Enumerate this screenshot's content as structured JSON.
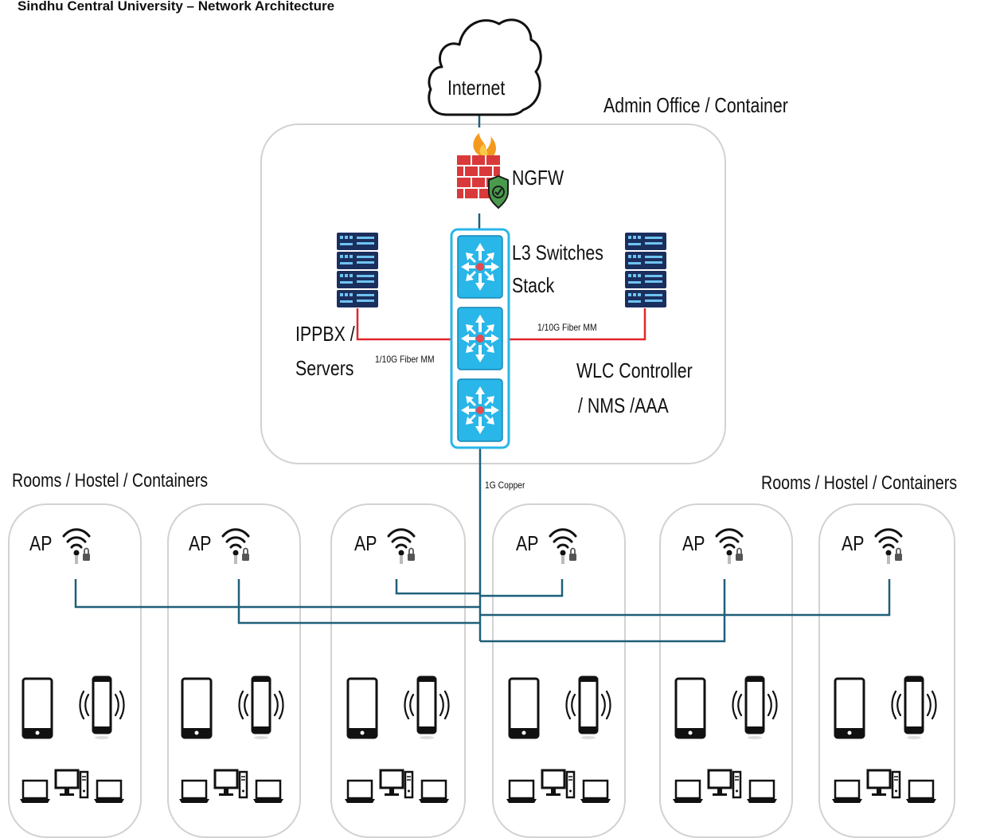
{
  "diagram": {
    "title": "Sindhu Central University – Network Architecture",
    "internet_label": "Internet",
    "admin_zone_label": "Admin Office / Container",
    "firewall_label": "NGFW",
    "switch_label_line1": "L3 Switches",
    "switch_label_line2": "Stack",
    "servers_label_line1": "IPPBX /",
    "servers_label_line2": "Servers",
    "wlc_label_line1": "WLC Controller",
    "wlc_label_line2": "/ NMS /AAA",
    "link_left_label": "1/10G Fiber MM",
    "link_right_label": "1/10G Fiber MM",
    "uplink_label": "1G Copper",
    "rooms_left_label": "Rooms / Hostel / Containers",
    "rooms_right_label": "Rooms / Hostel / Containers",
    "room_units": [
      {
        "ap_label": "AP"
      },
      {
        "ap_label": "AP"
      },
      {
        "ap_label": "AP"
      },
      {
        "ap_label": "AP"
      },
      {
        "ap_label": "AP"
      },
      {
        "ap_label": "AP"
      }
    ],
    "colors": {
      "fiber_link": "#e0262b",
      "copper_link": "#1f5f7a",
      "switch_blue": "#29b6e8",
      "zone_border": "#d2d2d2",
      "firewall_red": "#d9393a",
      "shield_green": "#4a9a4e",
      "server_navy": "#1b2f5e"
    }
  }
}
